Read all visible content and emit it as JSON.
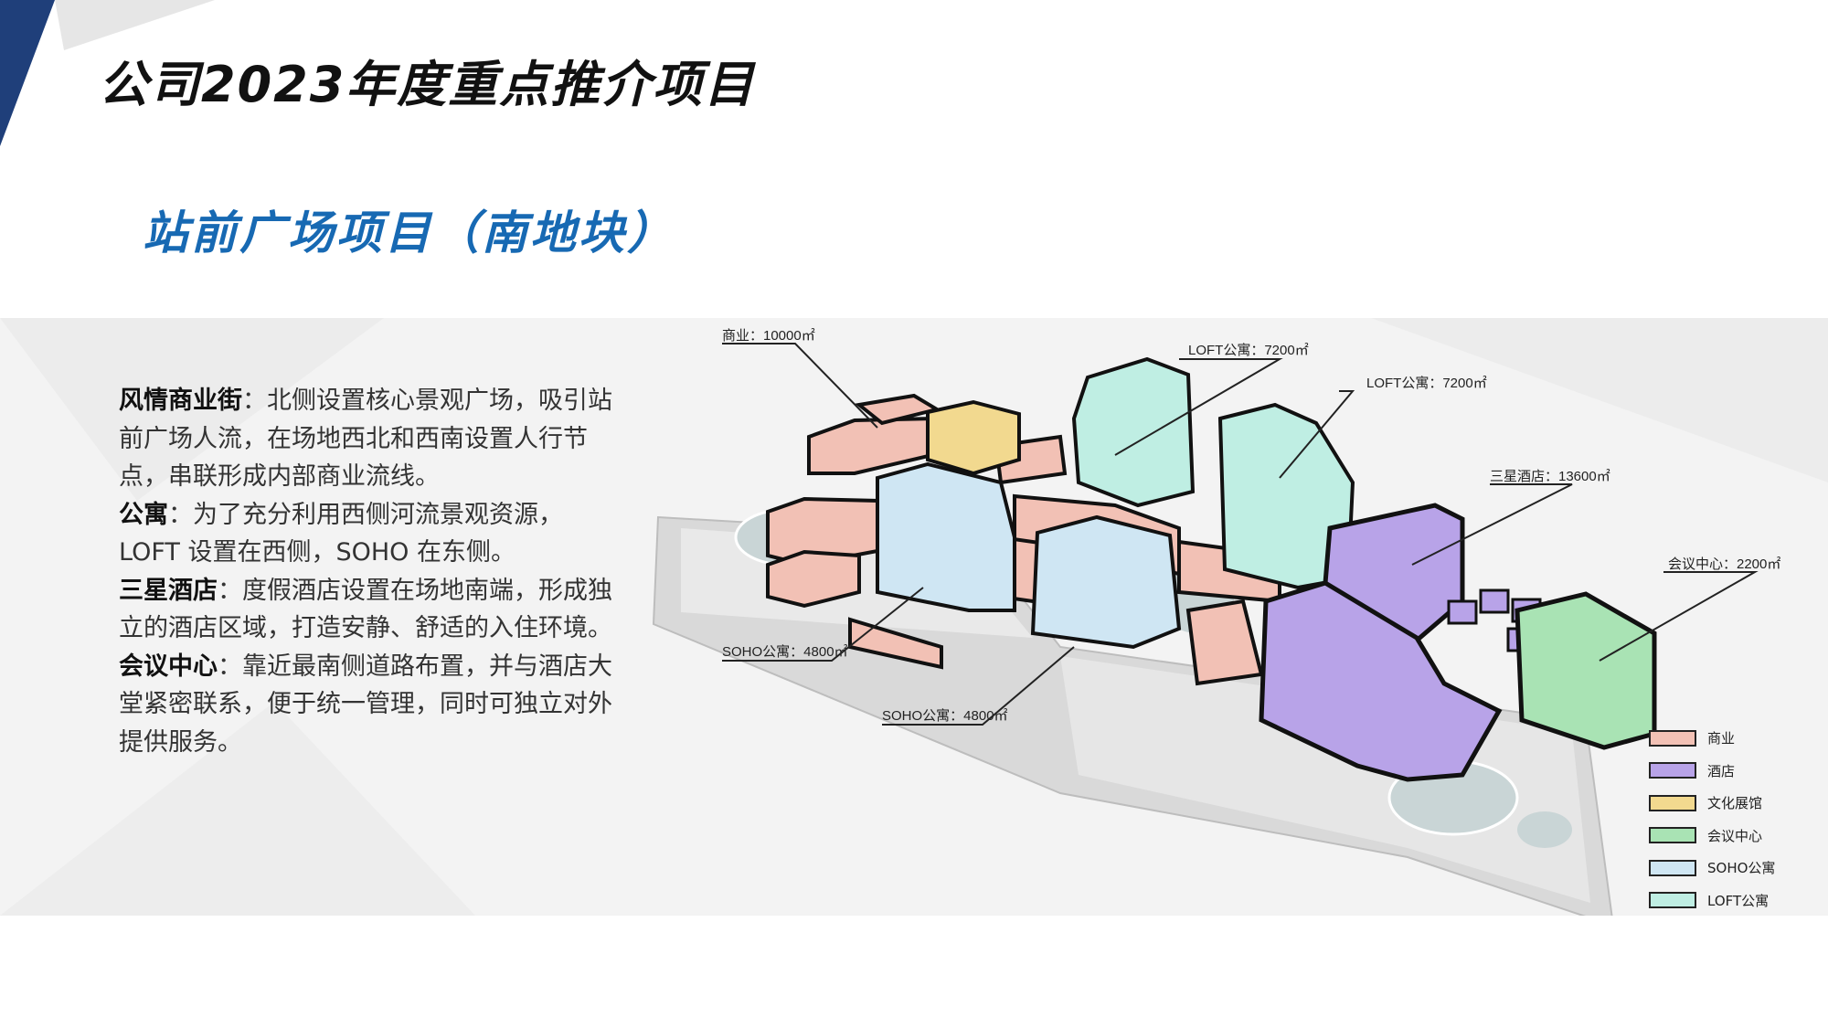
{
  "header": {
    "title": "公司2023年度重点推介项目",
    "subtitle": "站前广场项目（南地块）"
  },
  "description": [
    {
      "heading": "风情商业街",
      "body": "：北侧设置核心景观广场，吸引站前广场人流，在场地西北和西南设置人行节点，串联形成内部商业流线。"
    },
    {
      "heading": "公寓",
      "body": "：为了充分利用西侧河流景观资源，LOFT 设置在西侧，SOHO 在东侧。"
    },
    {
      "heading": "三星酒店",
      "body": "：度假酒店设置在场地南端，形成独立的酒店区域，打造安静、舒适的入住环境。"
    },
    {
      "heading": "会议中心",
      "body": "：靠近最南侧道路布置，并与酒店大堂紧密联系，便于统一管理，同时可独立对外提供服务。"
    }
  ],
  "callouts": {
    "commerce": "商业：10000㎡",
    "loft1": "LOFT公寓：7200㎡",
    "loft2": "LOFT公寓：7200㎡",
    "hotel": "三星酒店：13600㎡",
    "conference": "会议中心：2200㎡",
    "soho1": "SOHO公寓：4800㎡",
    "soho2": "SOHO公寓：4800㎡"
  },
  "legend": [
    {
      "label": "商业",
      "color": "#f2c1b5"
    },
    {
      "label": "酒店",
      "color": "#b8a3e8"
    },
    {
      "label": "文化展馆",
      "color": "#f2d98f"
    },
    {
      "label": "会议中心",
      "color": "#a9e3b4"
    },
    {
      "label": "SOHO公寓",
      "color": "#cfe6f3"
    },
    {
      "label": "LOFT公寓",
      "color": "#bfeee3"
    }
  ],
  "colors": {
    "accent": "#1769b3",
    "corner": "#1f3f7a"
  }
}
